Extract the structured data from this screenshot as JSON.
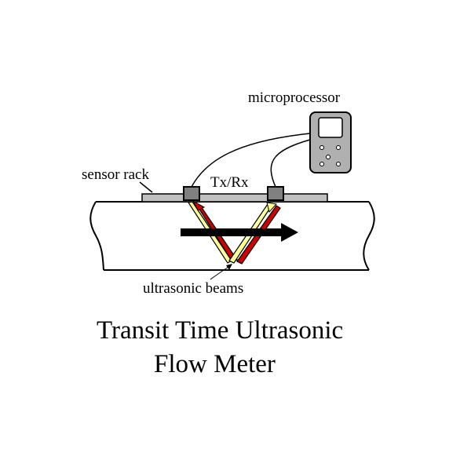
{
  "labels": {
    "microprocessor": "microprocessor",
    "sensor_rack": "sensor rack",
    "tx_rx": "Tx/Rx",
    "beams": "ultrasonic beams"
  },
  "title": {
    "line1": "Transit Time Ultrasonic",
    "line2": "Flow Meter"
  },
  "colors": {
    "background": "#ffffff",
    "outline": "#000000",
    "rack": "#c0c0c0",
    "transducer": "#808080",
    "device": "#b0b0b0",
    "screen": "#ffffff",
    "beam_yellow": "#ffff99",
    "beam_red": "#cc0000",
    "flow_arrow": "#000000"
  },
  "icons": {
    "flow": "flow-arrow-icon",
    "device": "microprocessor-icon"
  }
}
